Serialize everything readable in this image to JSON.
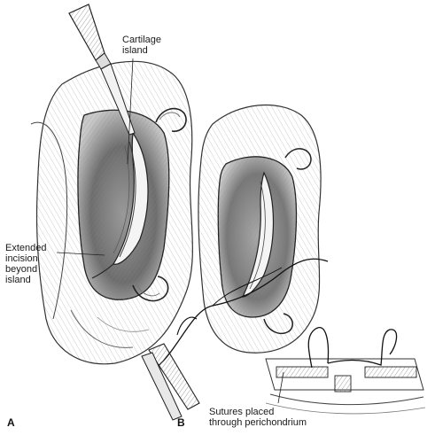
{
  "panels": [
    {
      "letter": "A"
    },
    {
      "letter": "B"
    }
  ],
  "annotations": {
    "cartilage_island": [
      "Cartilage",
      "island"
    ],
    "extended_incision": [
      "Extended",
      "incision",
      "beyond",
      "island"
    ],
    "sutures": [
      "Sutures placed",
      "through perichondrium"
    ]
  }
}
